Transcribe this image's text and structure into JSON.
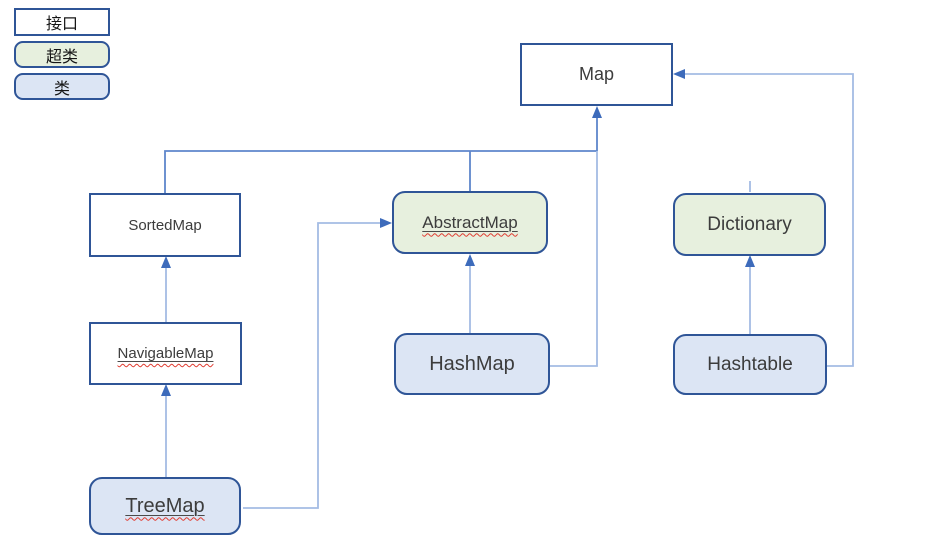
{
  "legend": {
    "items": [
      {
        "label": "接口",
        "type": "interface"
      },
      {
        "label": "超类",
        "type": "superclass"
      },
      {
        "label": "类",
        "type": "class"
      }
    ]
  },
  "nodes": {
    "map": {
      "label": "Map",
      "kind": "interface",
      "misspelled": false
    },
    "sortedmap": {
      "label": "SortedMap",
      "kind": "interface",
      "misspelled": false
    },
    "abstractmap": {
      "label": "AbstractMap",
      "kind": "superclass",
      "misspelled": true
    },
    "dictionary": {
      "label": "Dictionary",
      "kind": "superclass",
      "misspelled": false
    },
    "navigablemap": {
      "label": "NavigableMap",
      "kind": "interface",
      "misspelled": true
    },
    "hashmap": {
      "label": "HashMap",
      "kind": "class",
      "misspelled": false
    },
    "hashtable": {
      "label": "Hashtable",
      "kind": "class",
      "misspelled": false
    },
    "treemap": {
      "label": "TreeMap",
      "kind": "class",
      "misspelled": true
    }
  },
  "edges": [
    {
      "from": "NavigableMap",
      "to": "SortedMap"
    },
    {
      "from": "TreeMap",
      "to": "NavigableMap"
    },
    {
      "from": "TreeMap",
      "to": "AbstractMap"
    },
    {
      "from": "SortedMap",
      "to": "Map"
    },
    {
      "from": "AbstractMap",
      "to": "Map"
    },
    {
      "from": "HashMap",
      "to": "AbstractMap"
    },
    {
      "from": "HashMap",
      "to": "Map"
    },
    {
      "from": "Hashtable",
      "to": "Dictionary"
    },
    {
      "from": "Hashtable",
      "to": "Map"
    }
  ],
  "colors": {
    "border": "#2F5597",
    "superclass_fill": "#E7F0DE",
    "class_fill": "#DCE5F4",
    "connector_light": "#A4BCE4",
    "connector_medium": "#5E86CB",
    "arrowhead": "#3D6BBB",
    "wavy": "#E03C31",
    "text": "#3C3C3C"
  }
}
